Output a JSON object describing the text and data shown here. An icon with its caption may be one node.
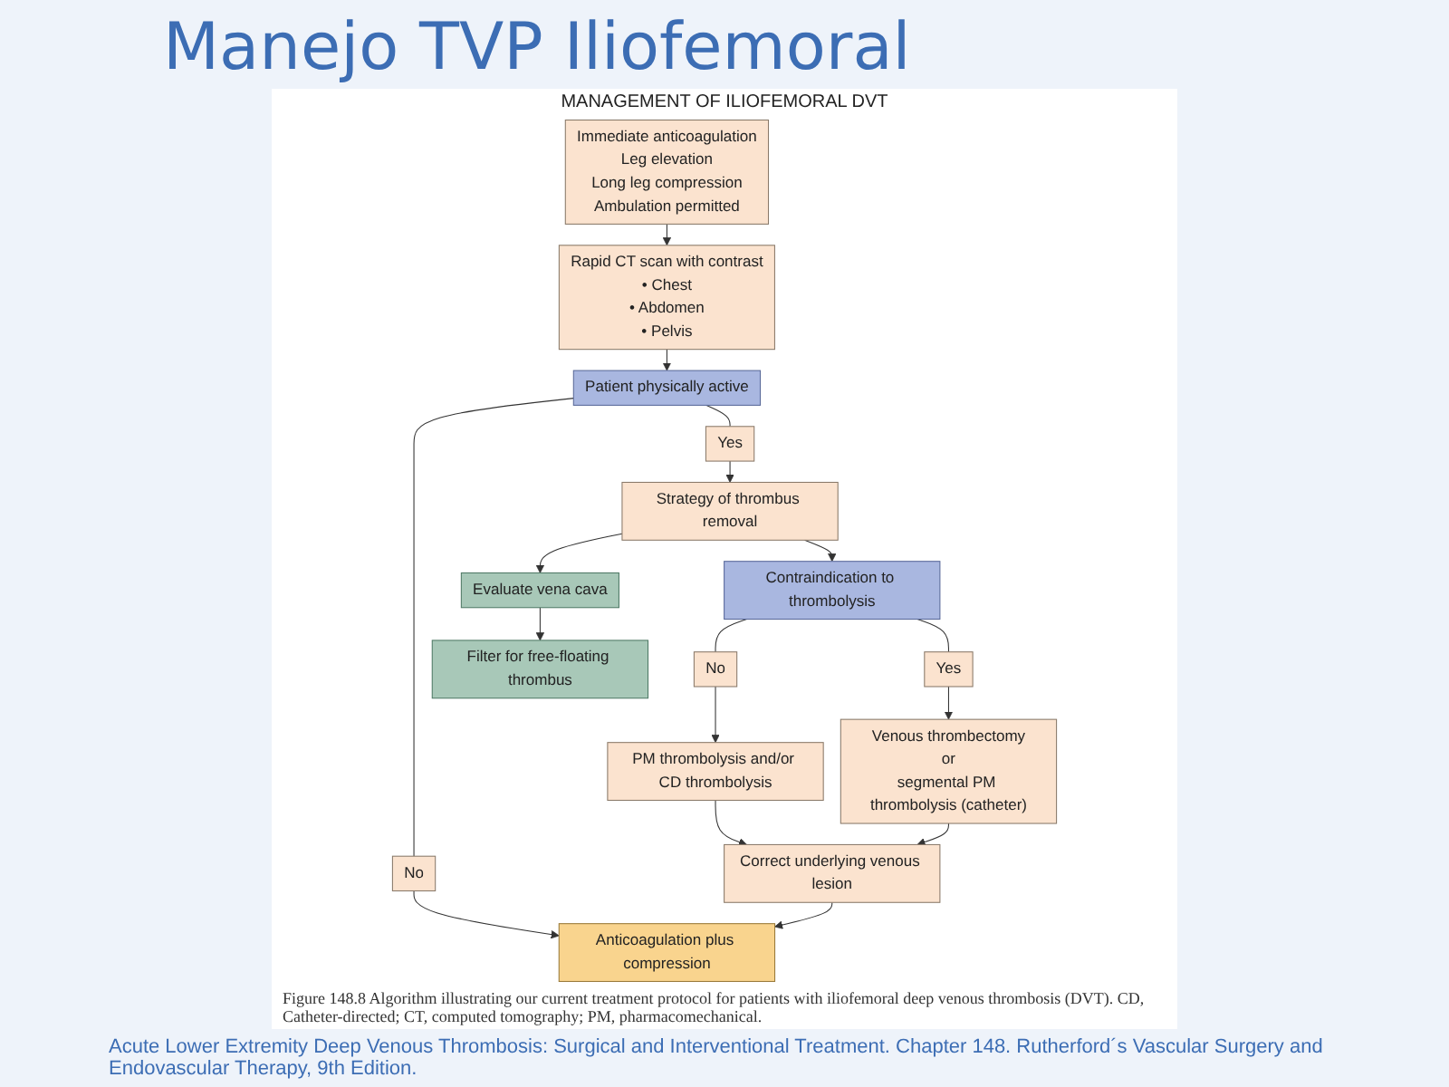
{
  "diagram": {
    "title": "Manejo TVP Iliofemoral",
    "caption": "Figure 148.8 Algorithm illustrating our current treatment protocol for patients with iliofemoral deep venous thrombosis (DVT). CD, Catheter-directed; CT, computed tomography; PM, pharmacomechanical.",
    "nodes": [
      {
        "text": [
          "Immediate anticoagulation",
          "Leg elevation",
          "Long leg compression",
          "Ambulation permitted"
        ]
      },
      {
        "text": [
          "Rapid CT scan with contrast",
          "• Chest",
          "• Abdomen",
          "• Pelvis"
        ]
      },
      {
        "text": [
          "No"
        ]
      },
      {
        "text": [
          "Patient physically active"
        ]
      },
      {
        "text": [
          "Yes"
        ]
      },
      {
        "text": [
          "Strategy of thrombus removal"
        ]
      },
      {
        "text": [
          "Evaluate vena cava"
        ]
      },
      {
        "text": [
          "No"
        ]
      },
      {
        "text": [
          "Contraindication to thrombolysis"
        ]
      },
      {
        "text": [
          "Yes"
        ]
      },
      {
        "text": [
          "Filter for free-floating thrombus"
        ]
      },
      {
        "text": [
          "PM thrombolysis and/or CD thrombolysis"
        ]
      },
      {
        "text": [
          "Venous thrombectomy",
          "or",
          "segmental PM thrombolysis (catheter)"
        ]
      },
      {
        "text": [
          "Anticoagulation plus compression"
        ]
      },
      {
        "text": [
          "Correct underlying venous lesion"
        ]
      }
    ],
    "edges": [
      {
        "from": 0,
        "to": 1,
        "arrow": "to"
      },
      {
        "from": 1,
        "to": 3,
        "arrow": "to"
      },
      {
        "from": 3,
        "to": 2,
        "arrow": "none"
      },
      {
        "from": 3,
        "to": 4,
        "arrow": "none"
      },
      {
        "from": 4,
        "to": 5,
        "arrow": "to"
      },
      {
        "from": 5,
        "to": 6,
        "arrow": "to"
      },
      {
        "from": 5,
        "to": 8,
        "arrow": "to"
      },
      {
        "from": 6,
        "to": 10,
        "arrow": "to"
      },
      {
        "from": 8,
        "to": 7,
        "arrow": "none"
      },
      {
        "from": 8,
        "to": 9,
        "arrow": "none"
      },
      {
        "from": 7,
        "to": 11,
        "arrow": "to"
      },
      {
        "from": 9,
        "to": 12,
        "arrow": "to"
      },
      {
        "from": 2,
        "to": 13,
        "arrow": "to"
      },
      {
        "from": 11,
        "to": 14,
        "arrow": "to"
      },
      {
        "from": 12,
        "to": 14,
        "arrow": "to"
      },
      {
        "from": 14,
        "to": 13,
        "arrow": "to"
      }
    ],
    "labels": [
      "MANAGEMENT OF ILIOFEMORAL DVT",
      "Acute Lower Extremity Deep Venous Thrombosis: Surgical and Interventional Treatment. Chapter 148. Rutherford´s Vascular Surgery and Endovascular Therapy, 9th Edition."
    ]
  }
}
